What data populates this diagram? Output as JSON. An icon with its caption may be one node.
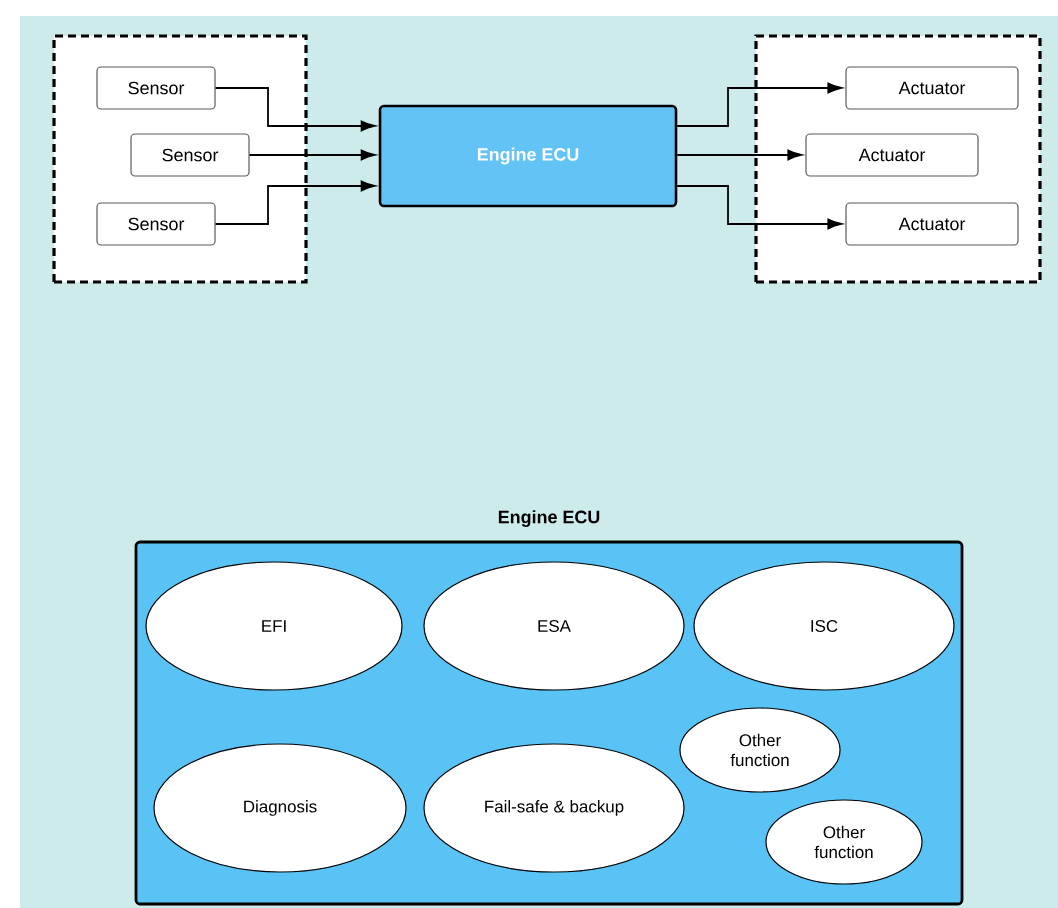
{
  "diagram": {
    "nodes": [
      {
        "text": [],
        "shape": "box"
      },
      {
        "text": [
          "Sensor"
        ],
        "in": 0
      },
      {
        "text": [
          "Sensor"
        ],
        "in": 0
      },
      {
        "text": [
          "Sensor"
        ],
        "in": 0
      },
      {
        "text": [
          "Engine ECU"
        ]
      },
      {
        "text": [],
        "shape": "box"
      },
      {
        "text": [
          "Actuator"
        ],
        "in": 5
      },
      {
        "text": [
          "Actuator"
        ],
        "in": 5
      },
      {
        "text": [
          "Actuator"
        ],
        "in": 5
      },
      {
        "text": [
          "Engine ECU"
        ]
      },
      {
        "text": [
          "EFI"
        ],
        "in": 9
      },
      {
        "text": [
          "ESA"
        ],
        "in": 9
      },
      {
        "text": [
          "ISC"
        ],
        "in": 9
      },
      {
        "text": [
          "Other function"
        ],
        "in": 9
      },
      {
        "text": [
          "Diagnosis"
        ],
        "in": 9
      },
      {
        "text": [
          "Fail-safe & backup"
        ],
        "in": 9
      },
      {
        "text": [
          "Other function"
        ],
        "in": 9
      }
    ],
    "edges": [
      {
        "from": 1,
        "to": 4,
        "arrow": "to"
      },
      {
        "from": 2,
        "to": 4,
        "arrow": "to"
      },
      {
        "from": 3,
        "to": 4,
        "arrow": "to"
      },
      {
        "from": 4,
        "to": 6,
        "arrow": "to"
      },
      {
        "from": 4,
        "to": 7,
        "arrow": "to"
      },
      {
        "from": 4,
        "to": 8,
        "arrow": "to"
      }
    ]
  }
}
